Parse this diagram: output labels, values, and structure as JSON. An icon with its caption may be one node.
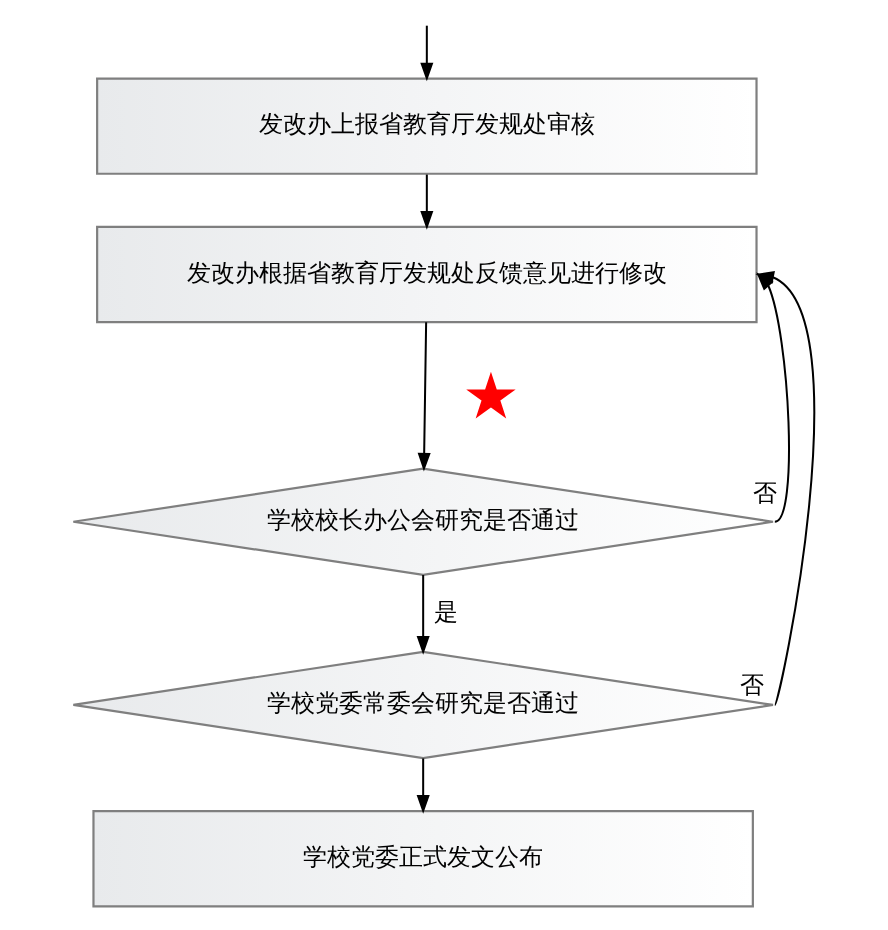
{
  "diagram": {
    "nodes": [
      {
        "text": [
          "发改办上报省教育厅发规处审核"
        ]
      },
      {
        "text": [
          "发改办根据省教育厅发规处反馈意见进行修改"
        ]
      },
      {
        "text": [],
        "shape": "star"
      },
      {
        "text": [
          "学校校长办公会研究是否通过"
        ]
      },
      {
        "text": [
          "学校党委常委会研究是否通过"
        ]
      },
      {
        "text": [
          "学校党委正式发文公布"
        ]
      }
    ],
    "edges": [
      {
        "from": null,
        "to": 0,
        "arrow": "to"
      },
      {
        "from": 0,
        "to": 1,
        "arrow": "to"
      },
      {
        "from": 1,
        "to": 3,
        "arrow": "to"
      },
      {
        "from": 3,
        "to": 1,
        "arrow": "to",
        "label": "否"
      },
      {
        "from": 3,
        "to": 4,
        "arrow": "to",
        "label": "是"
      },
      {
        "from": 4,
        "to": 1,
        "arrow": "to",
        "label": "否"
      },
      {
        "from": 4,
        "to": 5,
        "arrow": "to"
      }
    ]
  }
}
